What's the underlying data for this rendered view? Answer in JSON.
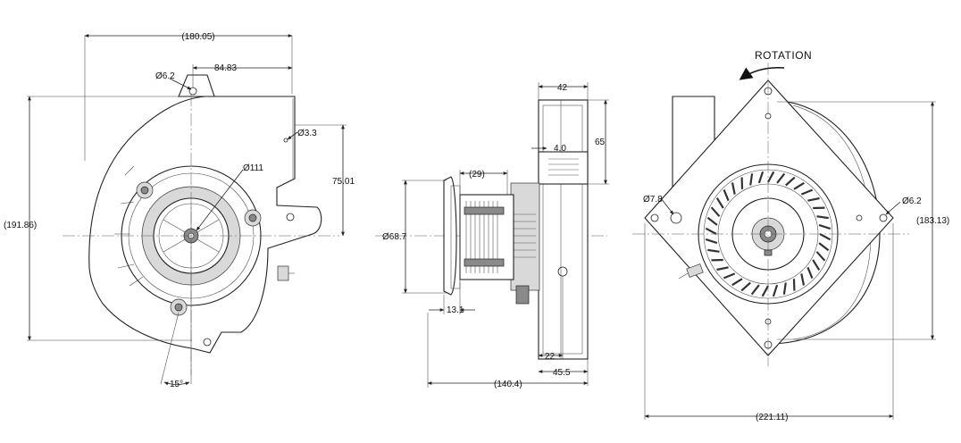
{
  "labels": {
    "rotation": "ROTATION"
  },
  "dims": {
    "front_width": "(180.05)",
    "front_hole": "Ø6.2",
    "front_offset": "84.83",
    "front_small_hole": "Ø3.3",
    "front_bore": "Ø111",
    "front_height": "(191.86)",
    "front_outlet": "75.01",
    "front_angle": "15°",
    "side_42": "42",
    "side_65": "65",
    "side_4": "4.0",
    "side_29": "(29)",
    "side_dia": "Ø68.7",
    "side_13": "13.1",
    "side_22": "22",
    "side_45": "45.5",
    "side_total": "(140.4)",
    "back_hole_left": "Ø7.8",
    "back_hole_right": "Ø6.2",
    "back_height": "(183.13)",
    "back_width": "(221.11)"
  }
}
